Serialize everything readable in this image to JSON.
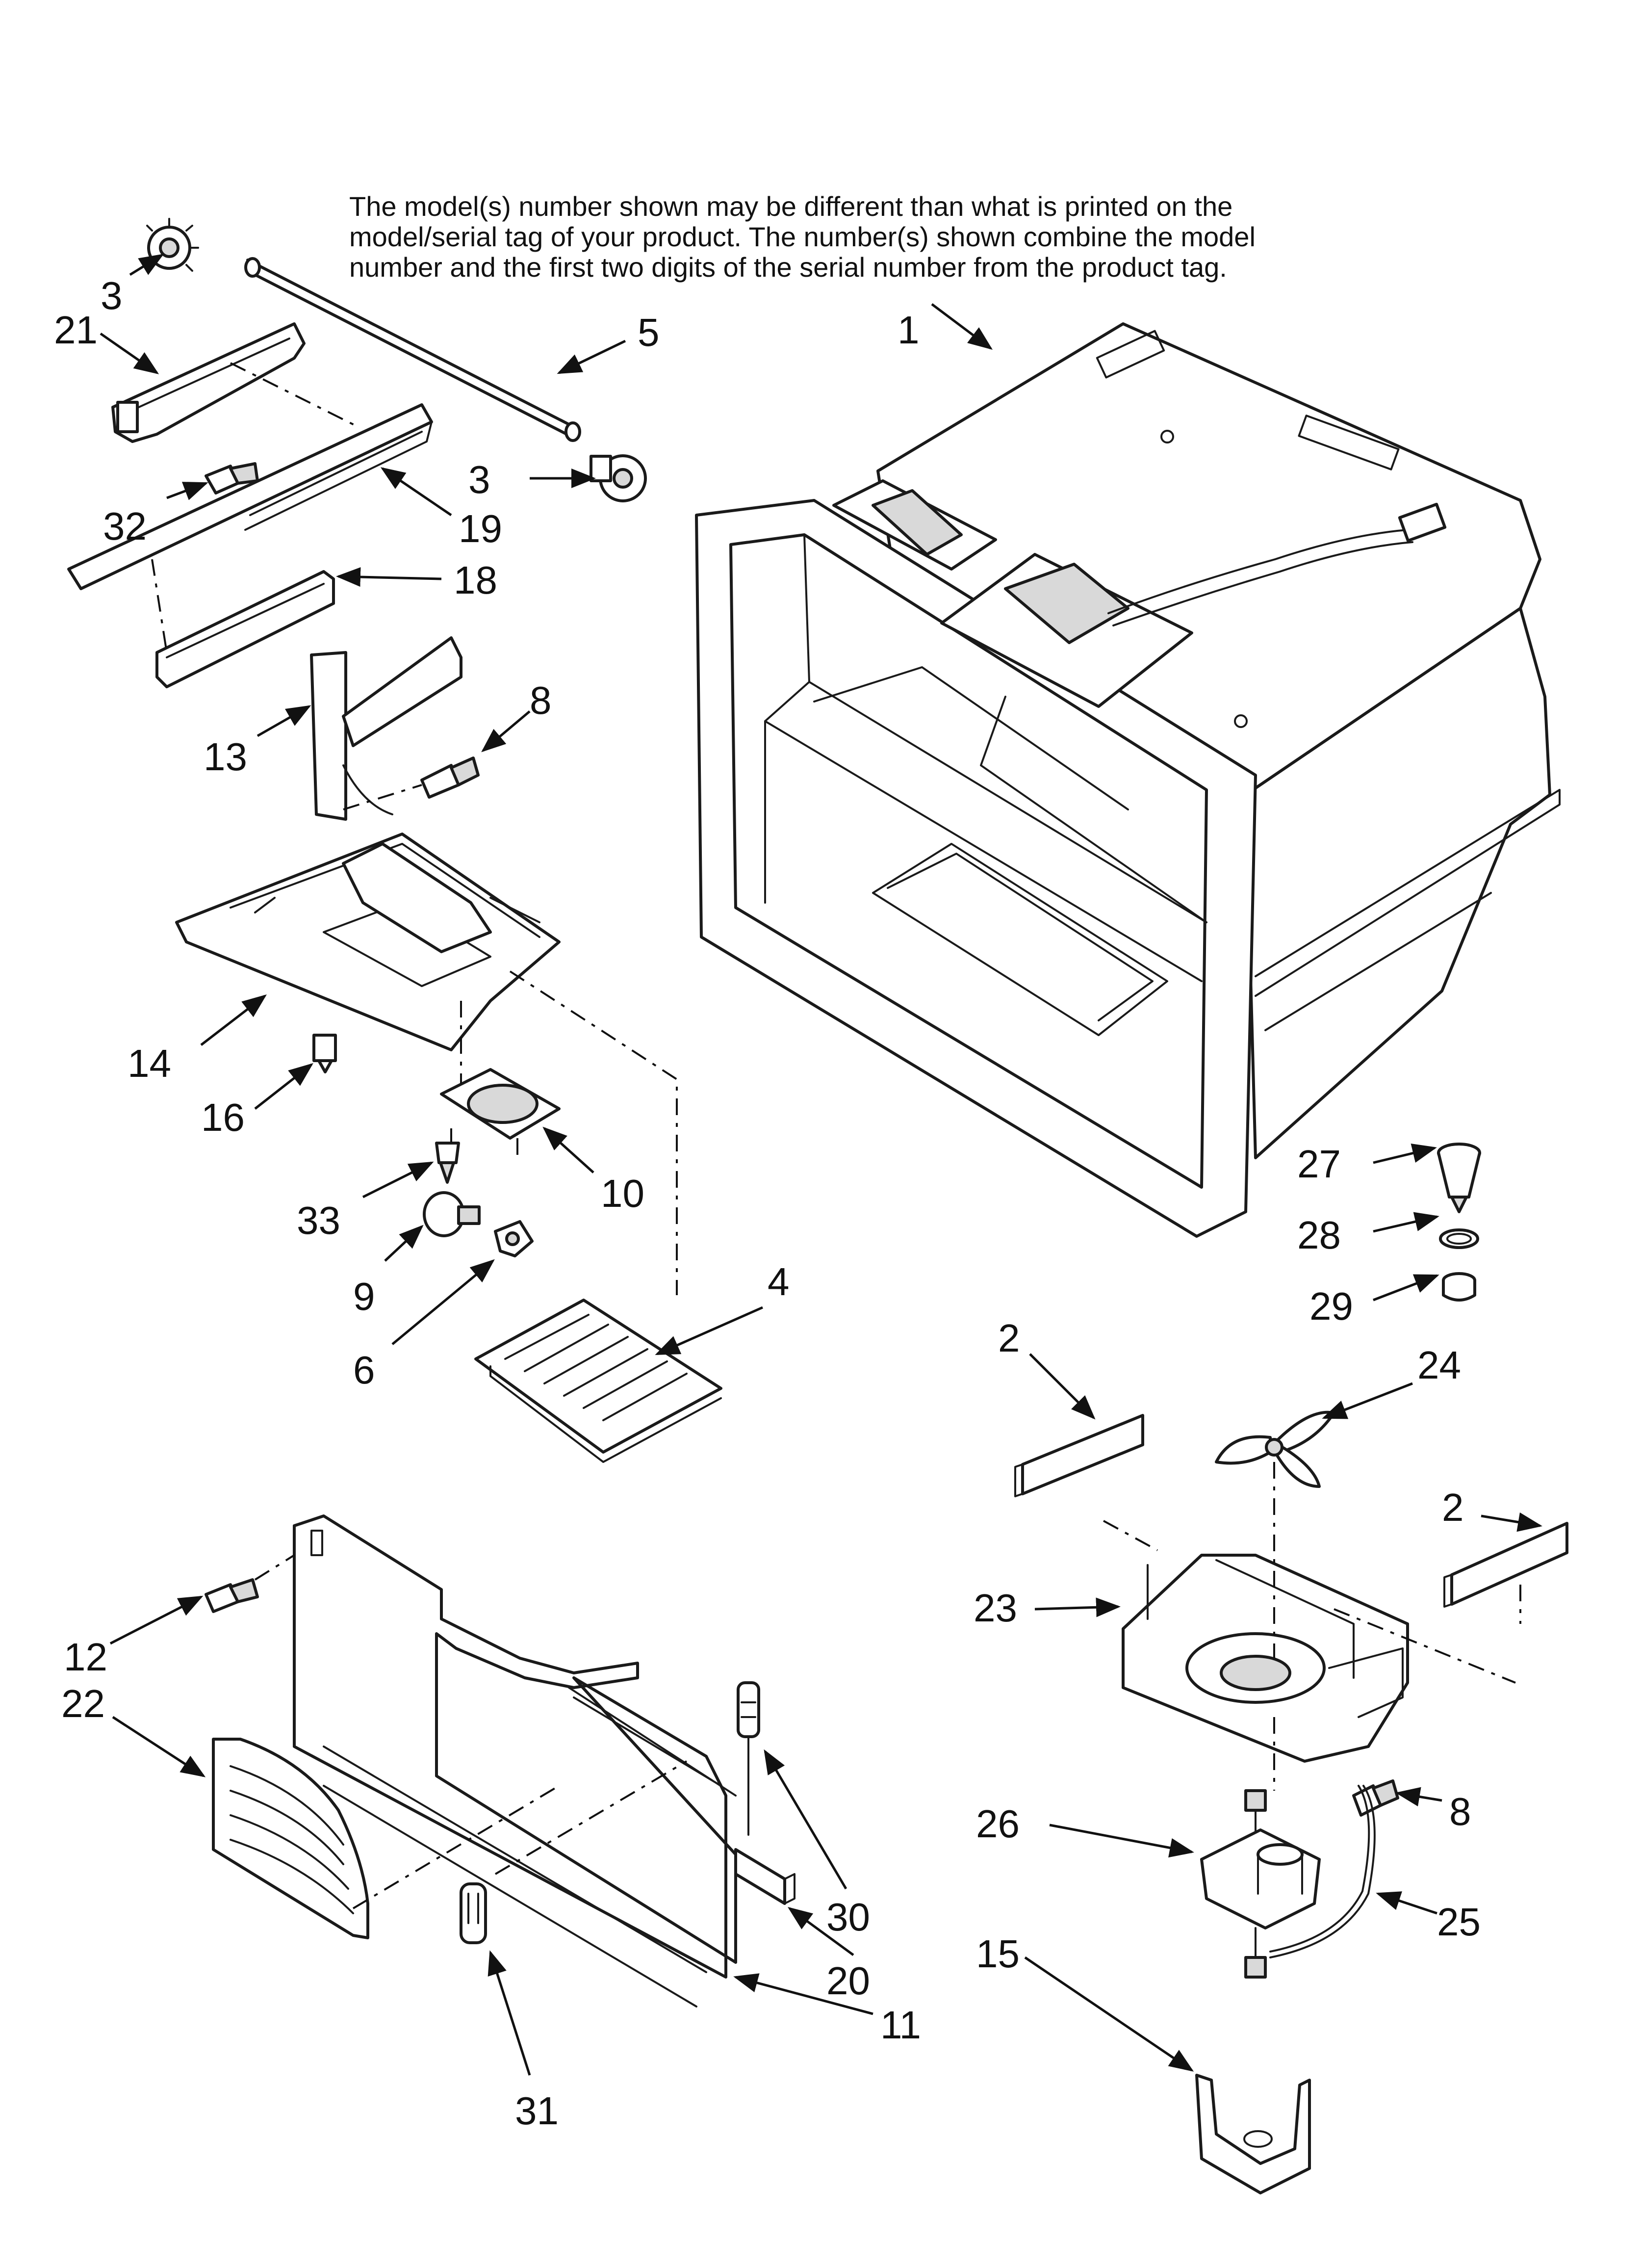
{
  "note": {
    "lines": [
      "The model(s) number shown may be different than what is printed on the",
      "model/serial tag of your product. The number(s) shown combine the model",
      "number and the first two digits of the serial number from the product tag."
    ]
  },
  "callouts": [
    {
      "id": "c3a",
      "label": "3"
    },
    {
      "id": "c21",
      "label": "21"
    },
    {
      "id": "c5",
      "label": "5"
    },
    {
      "id": "c3b",
      "label": "3"
    },
    {
      "id": "c32",
      "label": "32"
    },
    {
      "id": "c19",
      "label": "19"
    },
    {
      "id": "c18",
      "label": "18"
    },
    {
      "id": "c13",
      "label": "13"
    },
    {
      "id": "c8a",
      "label": "8"
    },
    {
      "id": "c14",
      "label": "14"
    },
    {
      "id": "c16",
      "label": "16"
    },
    {
      "id": "c10",
      "label": "10"
    },
    {
      "id": "c33",
      "label": "33"
    },
    {
      "id": "c9",
      "label": "9"
    },
    {
      "id": "c6",
      "label": "6"
    },
    {
      "id": "c4",
      "label": "4"
    },
    {
      "id": "c1",
      "label": "1"
    },
    {
      "id": "c27",
      "label": "27"
    },
    {
      "id": "c28",
      "label": "28"
    },
    {
      "id": "c29",
      "label": "29"
    },
    {
      "id": "c2a",
      "label": "2"
    },
    {
      "id": "c24",
      "label": "24"
    },
    {
      "id": "c2b",
      "label": "2"
    },
    {
      "id": "c23",
      "label": "23"
    },
    {
      "id": "c8b",
      "label": "8"
    },
    {
      "id": "c26",
      "label": "26"
    },
    {
      "id": "c25",
      "label": "25"
    },
    {
      "id": "c15",
      "label": "15"
    },
    {
      "id": "c12",
      "label": "12"
    },
    {
      "id": "c22",
      "label": "22"
    },
    {
      "id": "c30",
      "label": "30"
    },
    {
      "id": "c20",
      "label": "20"
    },
    {
      "id": "c11",
      "label": "11"
    },
    {
      "id": "c31",
      "label": "31"
    }
  ]
}
